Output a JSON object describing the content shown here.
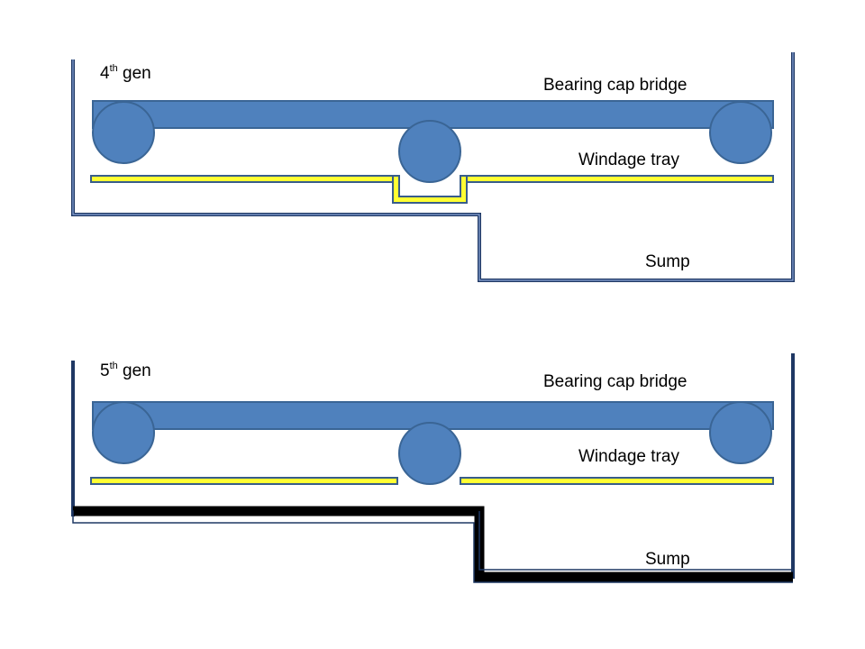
{
  "colors": {
    "bar": "#4f81bd",
    "bar_stroke": "#3a6595",
    "tray": "#ffff33",
    "tray_stroke": "#385d8a",
    "wall": "#1f3864",
    "wall_fill_5th": "#000000",
    "text": "#000000"
  },
  "panel_4th": {
    "gen_number": "4",
    "gen_sup": "th",
    "gen_word": " gen",
    "bearing_label": "Bearing cap bridge",
    "windage_label": "Windage tray",
    "sump_label": "Sump"
  },
  "panel_5th": {
    "gen_number": "5",
    "gen_sup": "th",
    "gen_word": " gen",
    "bearing_label": "Bearing cap bridge",
    "windage_label": "Windage tray",
    "sump_label": "Sump"
  }
}
